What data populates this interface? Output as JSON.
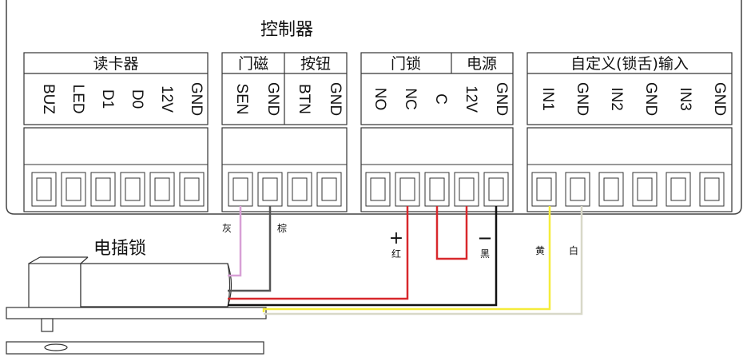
{
  "title": "控制器",
  "groups": [
    {
      "id": "reader",
      "label": "读卡器",
      "pins": [
        "BUZ",
        "LED",
        "D1",
        "D0",
        "12V",
        "GND"
      ]
    },
    {
      "id": "doormag",
      "label": "门磁",
      "pins": [
        "SEN",
        "GND"
      ]
    },
    {
      "id": "button",
      "label": "按钮",
      "pins": [
        "BTN",
        "GND"
      ]
    },
    {
      "id": "doorlock",
      "label": "门锁",
      "pins": [
        "NO",
        "NC",
        "C"
      ]
    },
    {
      "id": "power",
      "label": "电源",
      "pins": [
        "12V",
        "GND"
      ]
    },
    {
      "id": "custom",
      "label": "自定义(锁舌)输入",
      "pins": [
        "IN1",
        "GND",
        "IN2",
        "GND",
        "IN3",
        "GND"
      ]
    }
  ],
  "lock_label": "电插锁",
  "wire_labels": {
    "gray": "灰",
    "brown": "棕",
    "red": "红",
    "black": "黑",
    "yellow": "黄",
    "white": "白",
    "plus": "+",
    "minus": "—"
  },
  "colors": {
    "gray_wire": "#d8a0d6",
    "brown_wire": "#555555",
    "red_wire": "#d8282c",
    "black_wire": "#111111",
    "yellow_wire": "#f5ec3a",
    "white_wire": "#d8d8c8"
  }
}
